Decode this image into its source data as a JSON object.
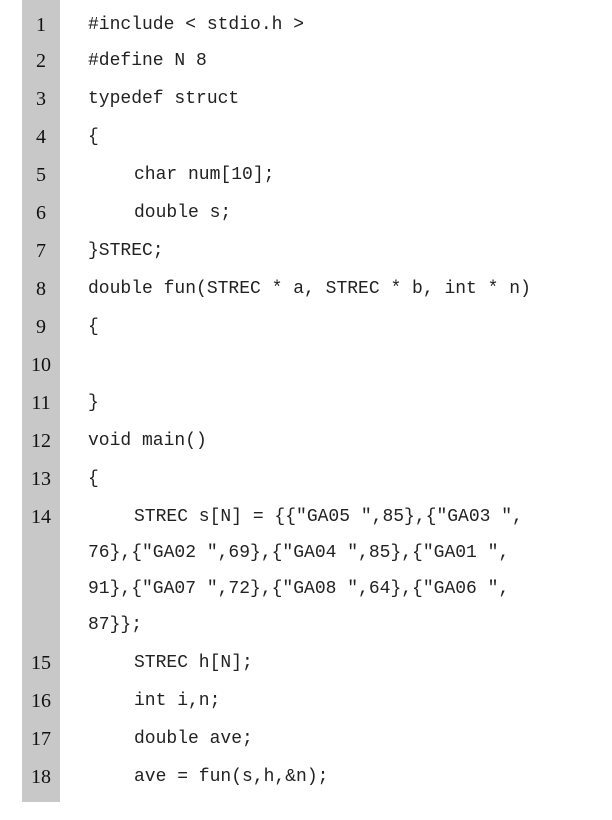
{
  "lines": [
    {
      "num": "1",
      "text": "#include < stdio.h >"
    },
    {
      "num": "2",
      "text": "#define N 8"
    },
    {
      "num": "3",
      "text": "typedef struct"
    },
    {
      "num": "4",
      "text": "{"
    },
    {
      "num": "5",
      "text": "char num[10];"
    },
    {
      "num": "6",
      "text": "double s;"
    },
    {
      "num": "7",
      "text": "}STREC;"
    },
    {
      "num": "8",
      "text": "double fun(STREC * a, STREC * b, int * n)"
    },
    {
      "num": "9",
      "text": "{"
    },
    {
      "num": "10",
      "text": ""
    },
    {
      "num": "11",
      "text": "}"
    },
    {
      "num": "12",
      "text": "void main()"
    },
    {
      "num": "13",
      "text": "{"
    },
    {
      "num": "14",
      "text": "STREC s[N] = {{\"GA05 \",85},{\"GA03 \",",
      "continuation": [
        "76},{\"GA02 \",69},{\"GA04 \",85},{\"GA01 \",",
        "91},{\"GA07 \",72},{\"GA08 \",64},{\"GA06 \",",
        "87}};"
      ]
    },
    {
      "num": "15",
      "text": "STREC h[N];"
    },
    {
      "num": "16",
      "text": "int i,n;"
    },
    {
      "num": "17",
      "text": "double ave;"
    },
    {
      "num": "18",
      "text": "ave = fun(s,h,&n);"
    }
  ]
}
